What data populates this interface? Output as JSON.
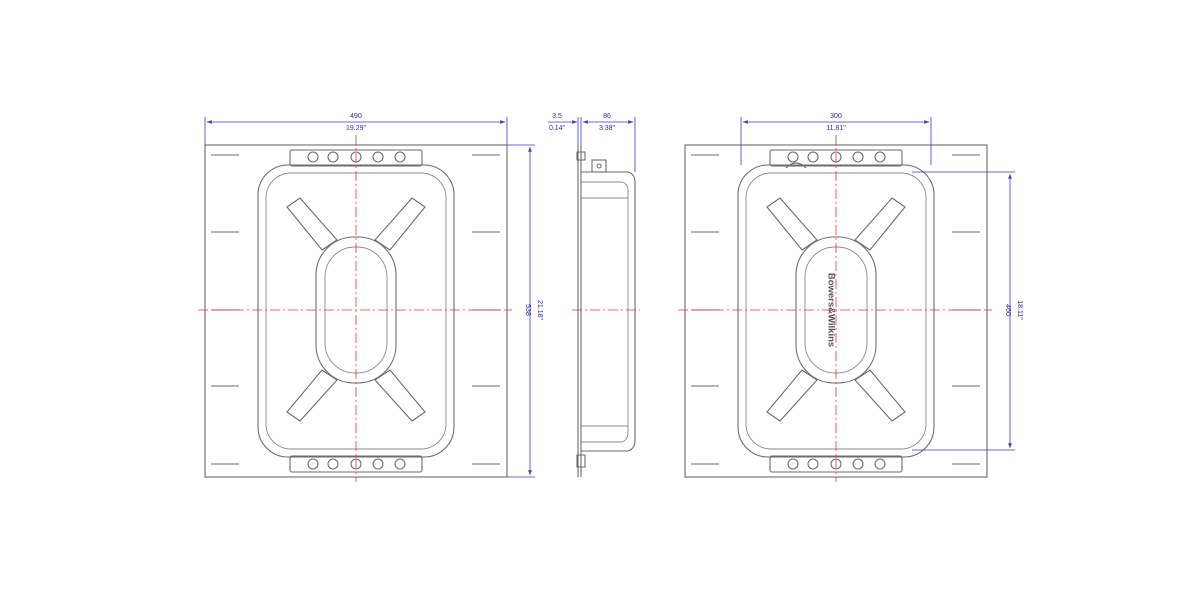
{
  "dimensions": {
    "front_width_mm": "490",
    "front_width_in": "19.29\"",
    "front_height_mm": "538",
    "front_height_in": "21.18\"",
    "side_flange_mm": "3.5",
    "side_flange_in": "0.14\"",
    "side_depth_mm": "86",
    "side_depth_in": "3.38\"",
    "rear_width_mm": "300",
    "rear_width_in": "11.81\"",
    "rear_height_mm": "460",
    "rear_height_in": "18.11\""
  },
  "branding": {
    "logo_text": "Bowers&Wilkins"
  },
  "colors": {
    "outline": "#6b6b6b",
    "centerline": "#e8323c",
    "dimension": "#3a3ad0"
  }
}
